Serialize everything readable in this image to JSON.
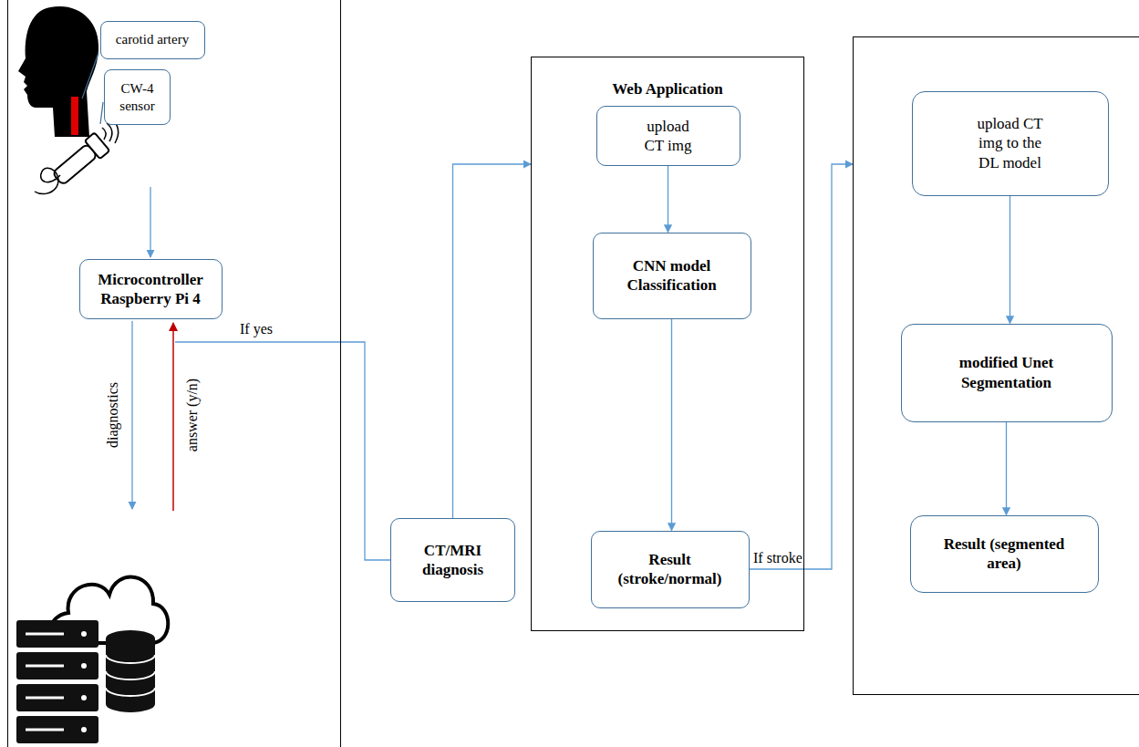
{
  "diagram": {
    "nodes": [
      {
        "text": []
      },
      {
        "text": [
          "carotid artery"
        ],
        "in": 0
      },
      {
        "text": [
          "CW-4 sensor"
        ],
        "in": 0
      },
      {
        "text": [
          "Microcontroller Raspberry Pi 4"
        ],
        "in": 0
      },
      {
        "text": [
          "CT/MRI diagnosis"
        ]
      },
      {
        "text": [
          "Web Application"
        ]
      },
      {
        "text": [
          "upload CT img"
        ],
        "in": 5
      },
      {
        "text": [
          "CNN model Classification"
        ],
        "in": 5
      },
      {
        "text": [
          "Result (stroke/normal)"
        ],
        "in": 5
      },
      {
        "text": []
      },
      {
        "text": [
          "upload CT img to the DL model"
        ],
        "in": 9
      },
      {
        "text": [
          "modified Unet Segmentation"
        ],
        "in": 9
      },
      {
        "text": [
          "Result (segmented area)"
        ],
        "in": 9
      }
    ],
    "edges": [
      {
        "from": 0,
        "to": 4,
        "label": "If yes",
        "arrow": "none"
      },
      {
        "from": 4,
        "to": 5,
        "arrow": "to"
      },
      {
        "from": 6,
        "to": 7,
        "arrow": "to"
      },
      {
        "from": 7,
        "to": 8,
        "arrow": "to"
      },
      {
        "from": 8,
        "to": 9,
        "label": "If stroke",
        "arrow": "to"
      },
      {
        "from": 10,
        "to": 11,
        "arrow": "to"
      },
      {
        "from": 11,
        "to": 12,
        "arrow": "to"
      }
    ],
    "labels": [
      "diagnostics",
      "answer (y/n)"
    ]
  }
}
